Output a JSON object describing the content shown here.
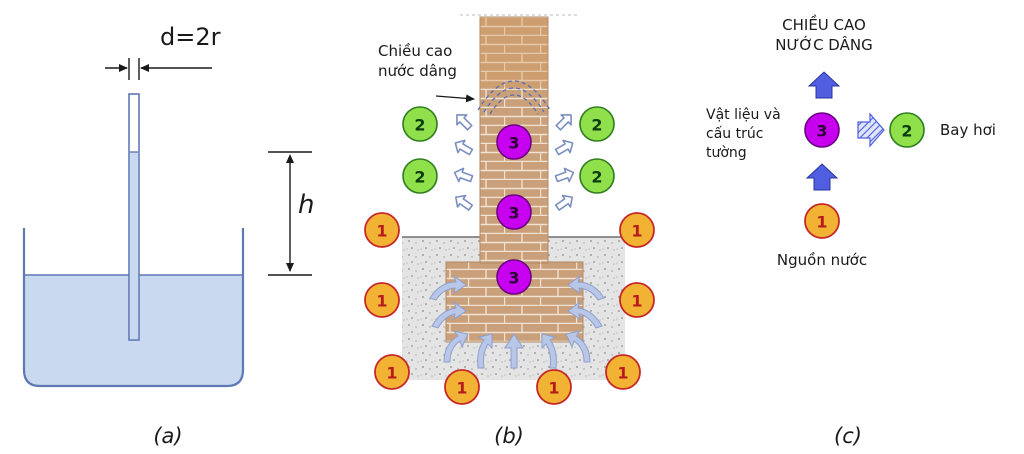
{
  "panel_a": {
    "diameter_label": "d=2r",
    "height_label": "h",
    "caption": "(a)"
  },
  "panel_b": {
    "rise_label_line1": "Chiều cao",
    "rise_label_line2": "nước dâng",
    "caption": "(b)",
    "marker_1": "1",
    "marker_2": "2",
    "marker_3": "3"
  },
  "panel_c": {
    "title_line1": "CHIỀU CAO",
    "title_line2": "NƯỚC DÂNG",
    "material_line1": "Vật liệu và",
    "material_line2": "cấu trúc",
    "material_line3": "tường",
    "evaporation_label": "Bay hơi",
    "source_label": "Nguồn nước",
    "caption": "(c)",
    "marker_1": "1",
    "marker_2": "2",
    "marker_3": "3"
  },
  "colors": {
    "water": "#c9d9ef",
    "water_edge": "#5f79b5",
    "brick": "#c9a07a",
    "brick_mortar": "#f0e2d2",
    "marker_1_fill": "#f2b233",
    "marker_1_edge": "#c62828",
    "marker_1_text": "#b71c1c",
    "marker_2_fill": "#8fe04a",
    "marker_2_edge": "#2f7d1e",
    "marker_2_text": "#0d3b0d",
    "marker_3_fill": "#c800f0",
    "marker_3_edge": "#6a0080",
    "marker_3_text": "#2a0033",
    "arrow_fill": "#4f5fe0",
    "arrow_light": "#b8c6e8"
  }
}
